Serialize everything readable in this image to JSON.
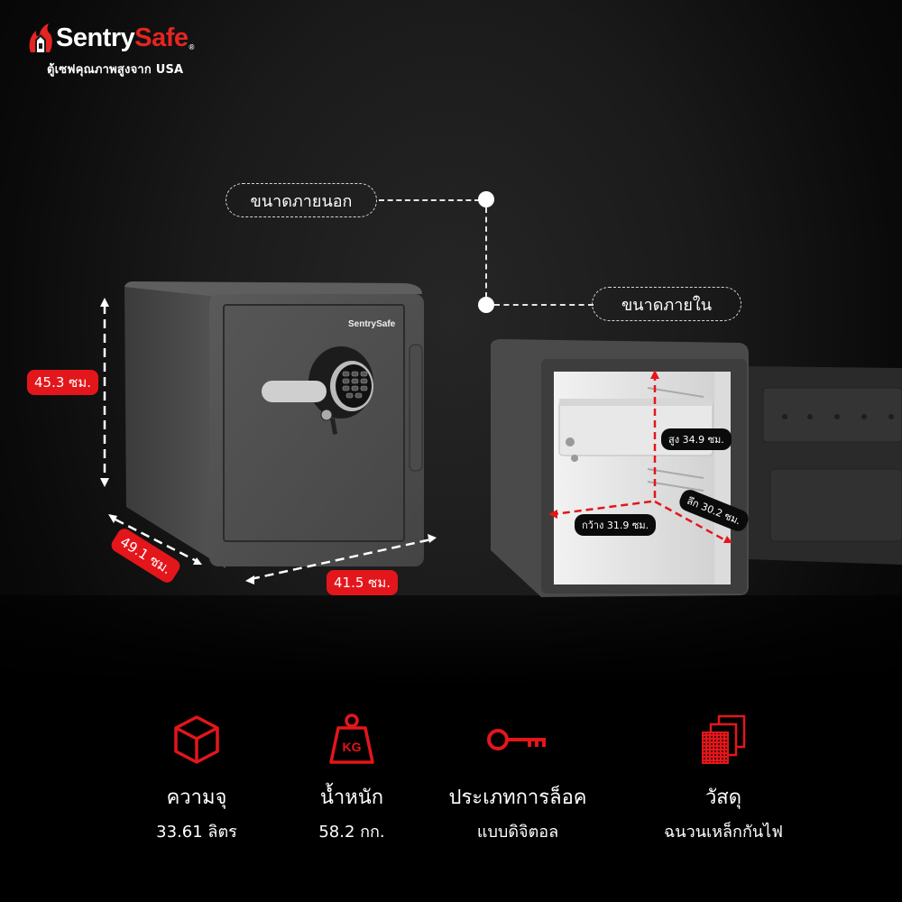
{
  "brand": {
    "name_part1": "Sentry",
    "name_part2": "Safe",
    "registered": "®",
    "tagline": "ตู้เซฟคุณภาพสูงจาก USA",
    "colors": {
      "primary_red": "#e52521",
      "white": "#ffffff",
      "background": "#1a1a1a"
    }
  },
  "callouts": {
    "exterior_label": "ขนาดภายนอก",
    "interior_label": "ขนาดภายใน"
  },
  "exterior_dimensions": {
    "height": "45.3 ซม.",
    "depth": "49.1 ซม.",
    "width": "41.5 ซม."
  },
  "interior_dimensions": {
    "height": "สูง 34.9 ซม.",
    "depth": "ลึก 30.2 ซม.",
    "width": "กว้าง 31.9 ซม."
  },
  "product": {
    "door_logo": "SentrySafe",
    "images": [
      "closed-safe-front-view",
      "open-safe-interior-view"
    ]
  },
  "features": [
    {
      "icon": "cube-icon",
      "title": "ความจุ",
      "value": "33.61 ลิตร"
    },
    {
      "icon": "weight-kg-icon",
      "icon_text": "KG",
      "title": "น้ำหนัก",
      "value": "58.2 กก."
    },
    {
      "icon": "key-icon",
      "title": "ประเภทการล็อค",
      "value": "แบบดิจิตอล"
    },
    {
      "icon": "material-layers-icon",
      "title": "วัสดุ",
      "value": "ฉนวนเหล็กกันไฟ"
    }
  ],
  "accent_color": "#e3161b"
}
